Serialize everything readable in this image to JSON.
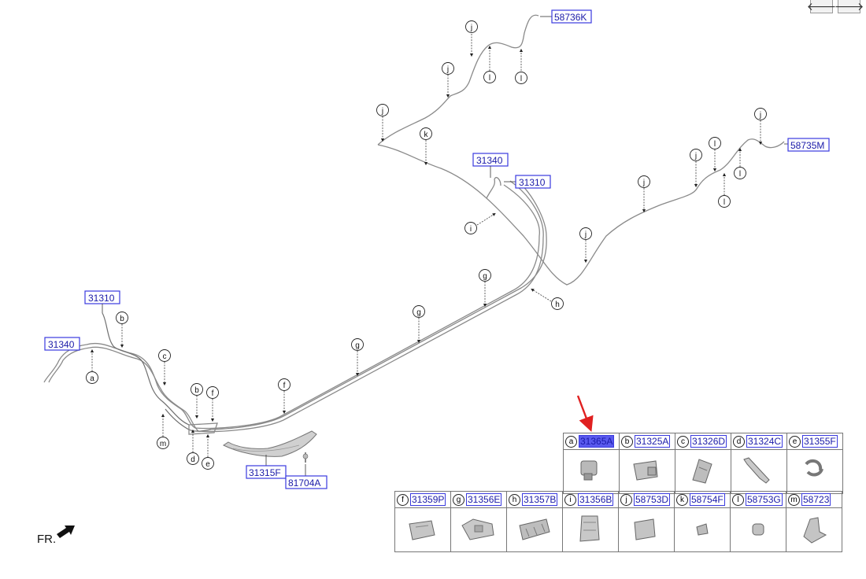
{
  "nav": {
    "prev_icon": "arrow-left-icon",
    "next_icon": "arrow-right-icon",
    "prev_glyph": "🡐",
    "next_glyph": "🡒"
  },
  "callouts": {
    "p58736K": "58736K",
    "p58735M": "58735M",
    "p31340_top": "31340",
    "p31310_top": "31310",
    "p31310_left": "31310",
    "p31340_left": "31340",
    "p31315F": "31315F",
    "p81704A": "81704A"
  },
  "letters": {
    "a": "a",
    "b": "b",
    "c": "c",
    "d": "d",
    "e": "e",
    "f": "f",
    "g": "g",
    "h": "h",
    "i": "i",
    "j": "j",
    "k": "k",
    "l": "l",
    "m": "m"
  },
  "legend": {
    "highlight_color": "#5a5aee",
    "row1": [
      {
        "letter": "a",
        "part": "31365A",
        "highlight": true
      },
      {
        "letter": "b",
        "part": "31325A",
        "highlight": false
      },
      {
        "letter": "c",
        "part": "31326D",
        "highlight": false
      },
      {
        "letter": "d",
        "part": "31324C",
        "highlight": false
      },
      {
        "letter": "e",
        "part": "31355F",
        "highlight": false
      }
    ],
    "row2": [
      {
        "letter": "f",
        "part": "31359P"
      },
      {
        "letter": "g",
        "part": "31356E"
      },
      {
        "letter": "h",
        "part": "31357B"
      },
      {
        "letter": "i",
        "part": "31356B"
      },
      {
        "letter": "j",
        "part": "58753D"
      },
      {
        "letter": "k",
        "part": "58754F"
      },
      {
        "letter": "l",
        "part": "58753G"
      },
      {
        "letter": "m",
        "part": "58723"
      }
    ]
  },
  "pointer_arrow_color": "#e02020",
  "front_label": "FR."
}
